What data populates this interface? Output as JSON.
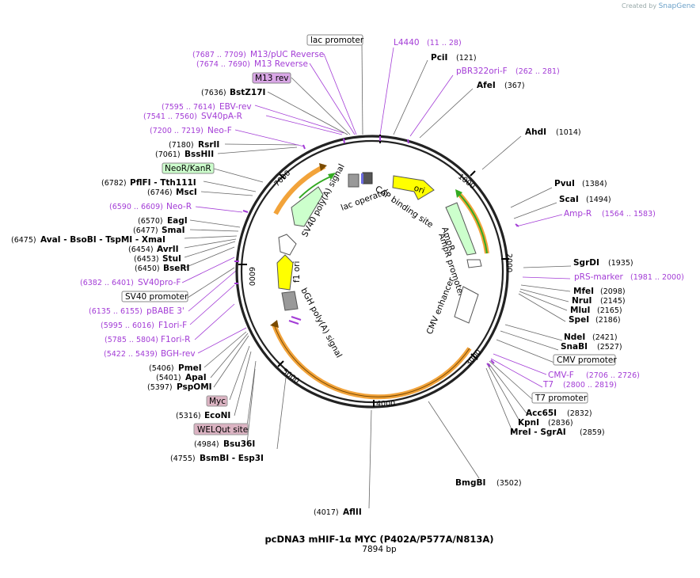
{
  "branding": {
    "created_by": "Created by",
    "app": "SnapGene"
  },
  "title": "pcDNA3 mHIF-1α MYC (P402A/P577A/N813A)",
  "subtitle": "7894 bp",
  "ticks": [
    "1000",
    "2000",
    "3000",
    "4000",
    "5000",
    "6000",
    "7000"
  ],
  "labels": [
    {
      "name": "lac promoter",
      "pos": "",
      "type": "box-white"
    },
    {
      "name": "L4440",
      "pos": "(11 .. 28)",
      "type": "primer"
    },
    {
      "name": "PciI",
      "pos": "(121)",
      "type": "enzyme"
    },
    {
      "name": "pBR322ori-F",
      "pos": "(262 .. 281)",
      "type": "primer"
    },
    {
      "name": "AfeI",
      "pos": "(367)",
      "type": "enzyme"
    },
    {
      "name": "AhdI",
      "pos": "(1014)",
      "type": "enzyme"
    },
    {
      "name": "PvuI",
      "pos": "(1384)",
      "type": "enzyme"
    },
    {
      "name": "ScaI",
      "pos": "(1494)",
      "type": "enzyme"
    },
    {
      "name": "Amp-R",
      "pos": "(1564 .. 1583)",
      "type": "primer"
    },
    {
      "name": "SgrDI",
      "pos": "(1935)",
      "type": "enzyme"
    },
    {
      "name": "pRS-marker",
      "pos": "(1981 .. 2000)",
      "type": "primer"
    },
    {
      "name": "MfeI",
      "pos": "(2098)",
      "type": "enzyme"
    },
    {
      "name": "NruI",
      "pos": "(2145)",
      "type": "enzyme"
    },
    {
      "name": "MluI",
      "pos": "(2165)",
      "type": "enzyme"
    },
    {
      "name": "SpeI",
      "pos": "(2186)",
      "type": "enzyme"
    },
    {
      "name": "NdeI",
      "pos": "(2421)",
      "type": "enzyme"
    },
    {
      "name": "SnaBI",
      "pos": "(2527)",
      "type": "enzyme"
    },
    {
      "name": "CMV promoter",
      "pos": "",
      "type": "box-white"
    },
    {
      "name": "CMV-F",
      "pos": "(2706 .. 2726)",
      "type": "primer"
    },
    {
      "name": "T7",
      "pos": "(2800 .. 2819)",
      "type": "primer"
    },
    {
      "name": "T7 promoter",
      "pos": "",
      "type": "box-white"
    },
    {
      "name": "Acc65I",
      "pos": "(2832)",
      "type": "enzyme"
    },
    {
      "name": "KpnI",
      "pos": "(2836)",
      "type": "enzyme"
    },
    {
      "name": "MreI - SgrAI",
      "pos": "(2859)",
      "type": "enzyme"
    },
    {
      "name": "BmgBI",
      "pos": "(3502)",
      "type": "enzyme"
    },
    {
      "name": "AflII",
      "pos": "(4017)",
      "type": "enzyme"
    },
    {
      "name": "BsmBI - Esp3I",
      "pos": "(4755)",
      "type": "enzyme"
    },
    {
      "name": "Bsu36I",
      "pos": "(4984)",
      "type": "enzyme"
    },
    {
      "name": "WELQut site",
      "pos": "",
      "type": "box-pink"
    },
    {
      "name": "EcoNI",
      "pos": "(5316)",
      "type": "enzyme"
    },
    {
      "name": "Myc",
      "pos": "",
      "type": "box-pink"
    },
    {
      "name": "PspOMI",
      "pos": "(5397)",
      "type": "enzyme"
    },
    {
      "name": "ApaI",
      "pos": "(5401)",
      "type": "enzyme"
    },
    {
      "name": "PmeI",
      "pos": "(5406)",
      "type": "enzyme"
    },
    {
      "name": "BGH-rev",
      "pos": "(5422 .. 5439)",
      "type": "primer"
    },
    {
      "name": "F1ori-R",
      "pos": "(5785 .. 5804)",
      "type": "primer"
    },
    {
      "name": "F1ori-F",
      "pos": "(5995 .. 6016)",
      "type": "primer"
    },
    {
      "name": "pBABE 3'",
      "pos": "(6135 .. 6155)",
      "type": "primer"
    },
    {
      "name": "SV40 promoter",
      "pos": "",
      "type": "box-white"
    },
    {
      "name": "SV40pro-F",
      "pos": "(6382 .. 6401)",
      "type": "primer"
    },
    {
      "name": "BseRI",
      "pos": "(6450)",
      "type": "enzyme"
    },
    {
      "name": "StuI",
      "pos": "(6453)",
      "type": "enzyme"
    },
    {
      "name": "AvrII",
      "pos": "(6454)",
      "type": "enzyme"
    },
    {
      "name": "AvaI - BsoBI - TspMI - XmaI",
      "pos": "(6475)",
      "type": "enzyme"
    },
    {
      "name": "SmaI",
      "pos": "(6477)",
      "type": "enzyme"
    },
    {
      "name": "EagI",
      "pos": "(6570)",
      "type": "enzyme"
    },
    {
      "name": "Neo-R",
      "pos": "(6590 .. 6609)",
      "type": "primer"
    },
    {
      "name": "MscI",
      "pos": "(6746)",
      "type": "enzyme"
    },
    {
      "name": "PflFI - Tth111I",
      "pos": "(6782)",
      "type": "enzyme"
    },
    {
      "name": "NeoR/KanR",
      "pos": "",
      "type": "box-green"
    },
    {
      "name": "BssHII",
      "pos": "(7061)",
      "type": "enzyme"
    },
    {
      "name": "RsrII",
      "pos": "(7180)",
      "type": "enzyme"
    },
    {
      "name": "Neo-F",
      "pos": "(7200 .. 7219)",
      "type": "primer"
    },
    {
      "name": "SV40pA-R",
      "pos": "(7541 .. 7560)",
      "type": "primer"
    },
    {
      "name": "EBV-rev",
      "pos": "(7595 .. 7614)",
      "type": "primer"
    },
    {
      "name": "BstZ17I",
      "pos": "(7636)",
      "type": "enzyme"
    },
    {
      "name": "M13 rev",
      "pos": "",
      "type": "box-purple"
    },
    {
      "name": "M13 Reverse",
      "pos": "(7674 .. 7690)",
      "type": "primer"
    },
    {
      "name": "M13/pUC Reverse",
      "pos": "(7687 .. 7709)",
      "type": "primer"
    }
  ],
  "features": [
    "ori",
    "AmpR",
    "AmpR promoter",
    "CMV enhancer",
    "bGH poly(A) signal",
    "f1 ori",
    "SV40 poly(A) signal",
    "CAP binding site",
    "lac operator"
  ],
  "colors": {
    "enzyme": "#000000",
    "primer": "#a33cd6",
    "line": "#555555",
    "primer_line": "#a33cd6",
    "ori": "#ffff00",
    "ampr": "#ccffcc",
    "orange": "#f2a33a",
    "green_line": "#33aa22"
  }
}
